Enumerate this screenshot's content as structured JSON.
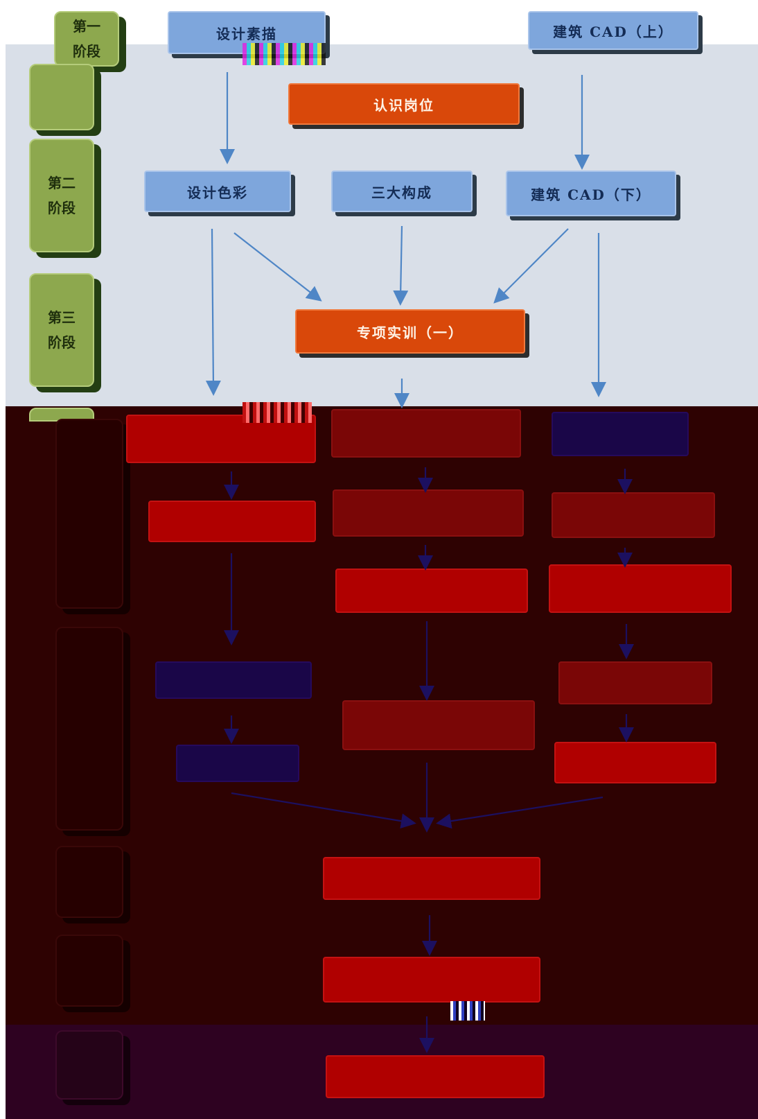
{
  "stages": [
    {
      "label": "第一\n阶段"
    },
    {
      "label": "第二\n阶段"
    },
    {
      "label": "第三\n阶段"
    }
  ],
  "nodes": {
    "design_sketch": "设计素描",
    "cad_upper": "建筑 CAD（上）",
    "job_awareness": "认识岗位",
    "design_color": "设计色彩",
    "three_compositions": "三大构成",
    "cad_lower": "建筑 CAD（下）",
    "special_training_1": "专项实训（一）"
  },
  "colors": {
    "stage_green": "#8da84e",
    "course_blue": "#7ea6dc",
    "practice_orange": "#d9480a",
    "bottom_red": "#b00000",
    "bottom_navy": "#1a0648",
    "arrow_blue": "#4f86c6"
  }
}
